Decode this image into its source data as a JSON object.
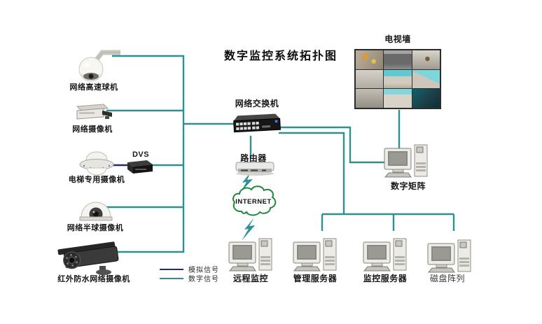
{
  "title": "数字监控系统拓扑图",
  "colors": {
    "digital_signal": "#2e9191",
    "analog_signal": "#232c66",
    "cloud_outline": "#1f8a3d"
  },
  "legend": {
    "analog_label": "模拟信号",
    "digital_label": "数字信号"
  },
  "nodes": {
    "ptz_dome": {
      "label": "网络高速球机"
    },
    "box_camera": {
      "label": "网络摄像机"
    },
    "elevator_camera": {
      "label": "电梯专用摄像机"
    },
    "dvs": {
      "label": "DVS"
    },
    "half_dome": {
      "label": "网络半球摄像机"
    },
    "bullet_camera": {
      "label": "红外防水网络摄像机"
    },
    "switch": {
      "label": "网络交换机"
    },
    "router": {
      "label": "路由器"
    },
    "internet": {
      "label": "INTERNET"
    },
    "remote_monitor": {
      "label": "远程监控"
    },
    "tv_wall": {
      "label": "电视墙"
    },
    "digital_matrix": {
      "label": "数字矩阵"
    },
    "management_server": {
      "label": "管理服务器"
    },
    "monitoring_server": {
      "label": "监控服务器"
    },
    "disk_array": {
      "label": "磁盘阵列"
    }
  }
}
